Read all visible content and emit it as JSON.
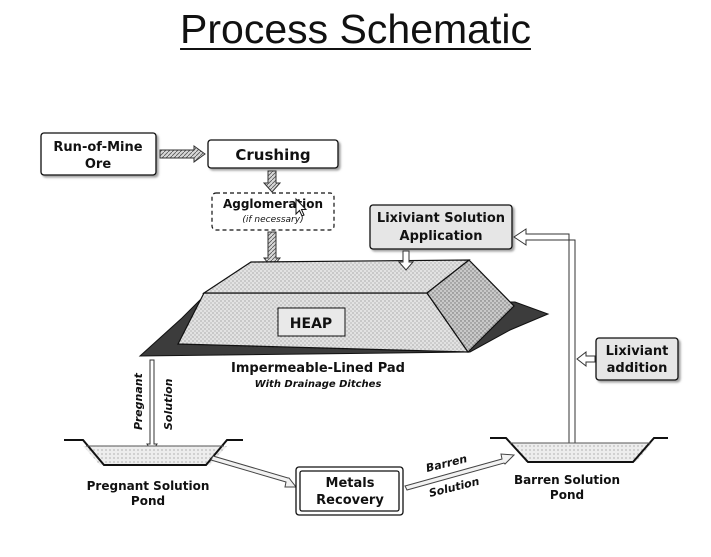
{
  "title": "Process Schematic",
  "colors": {
    "box_fill": "#e6e6e6",
    "heap_fill": "#dedede",
    "liner": "#3c3c3c",
    "line": "#111111",
    "slide_bg": "#ffffff"
  },
  "nodes": {
    "run_of_mine": {
      "line1": "Run-of-Mine",
      "line2": "Ore"
    },
    "crushing": {
      "label": "Crushing"
    },
    "agglomeration": {
      "label": "Agglomeration",
      "note": "(if necessary)"
    },
    "lixiviant_application": {
      "line1": "Lixiviant Solution",
      "line2": "Application"
    },
    "heap": {
      "label": "HEAP"
    },
    "pad": {
      "label": "Impermeable-Lined Pad",
      "sublabel": "With Drainage Ditches"
    },
    "lixiviant_addition": {
      "line1": "Lixiviant",
      "line2": "addition"
    },
    "pregnant_pond": {
      "line1": "Pregnant Solution",
      "line2": "Pond"
    },
    "metals_recovery": {
      "line1": "Metals",
      "line2": "Recovery"
    },
    "barren_pond": {
      "line1": "Barren Solution",
      "line2": "Pond"
    }
  },
  "flows": {
    "pregnant_solution": {
      "line1": "Pregnant",
      "line2": "Solution"
    },
    "barren_solution": {
      "line1": "Barren",
      "line2": "Solution"
    }
  },
  "icons": {
    "cursor": "mouse-pointer-icon"
  }
}
